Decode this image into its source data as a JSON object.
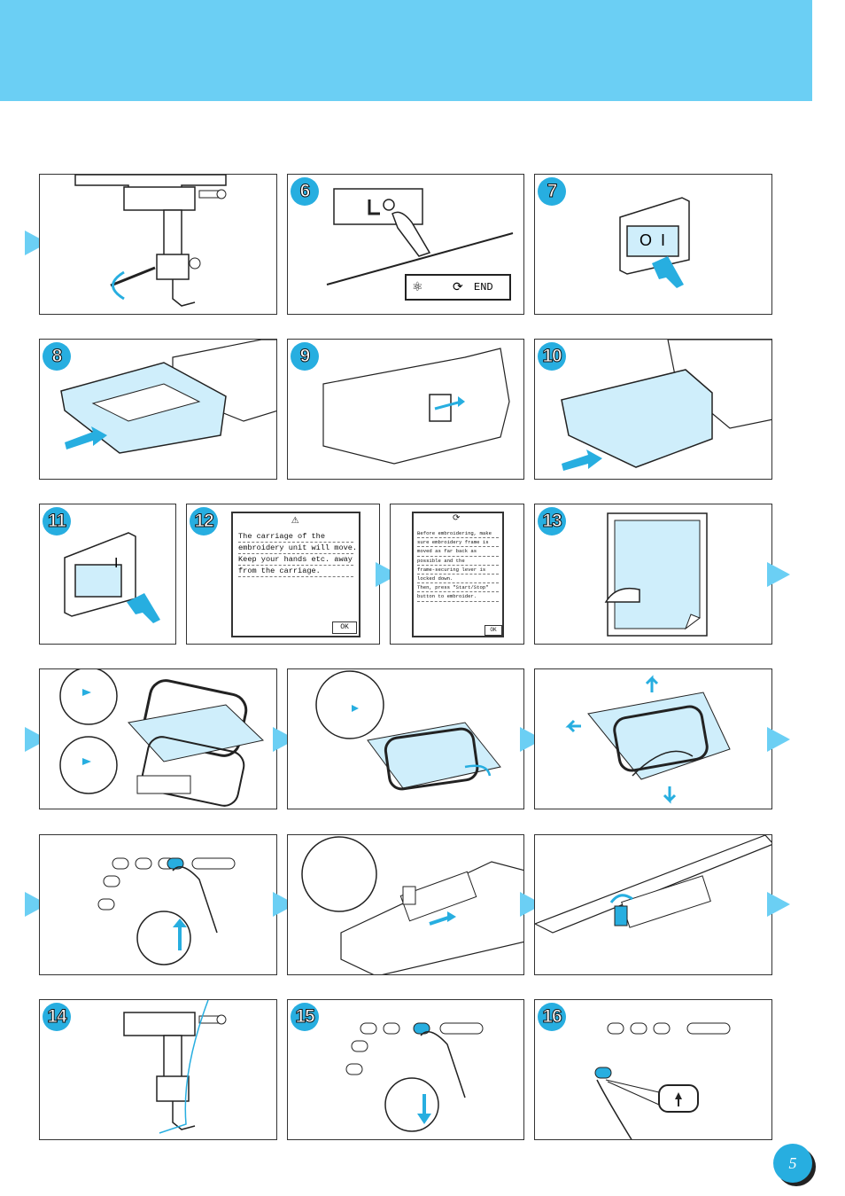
{
  "steps": {
    "s6": "6",
    "s7": "7",
    "s8": "8",
    "s9": "9",
    "s10": "10",
    "s11": "11",
    "s12": "12",
    "s13": "13",
    "s14": "14",
    "s15": "15",
    "s16": "16"
  },
  "panel6": {
    "end_label": "END"
  },
  "panel7": {
    "switch_off": "O",
    "switch_on": "I"
  },
  "panel11": {
    "switch_on": "I"
  },
  "screen12": {
    "lines": [
      "The carriage of the",
      "embroidery unit will move.",
      "Keep your hands etc. away",
      "from the carriage."
    ],
    "ok": "OK"
  },
  "screen12b": {
    "lines": [
      "Before embroidering, make",
      "sure embroidery frame is",
      "moved as far back as",
      "possible and the",
      "frame-securing lever is",
      "locked down.",
      "Then, press \"Start/Stop\"",
      "button to embroider."
    ],
    "ok": "OK"
  },
  "page_number": "5",
  "colors": {
    "banner": "#6bcff4",
    "accent": "#27aee0",
    "fabric": "#cfeefb"
  }
}
